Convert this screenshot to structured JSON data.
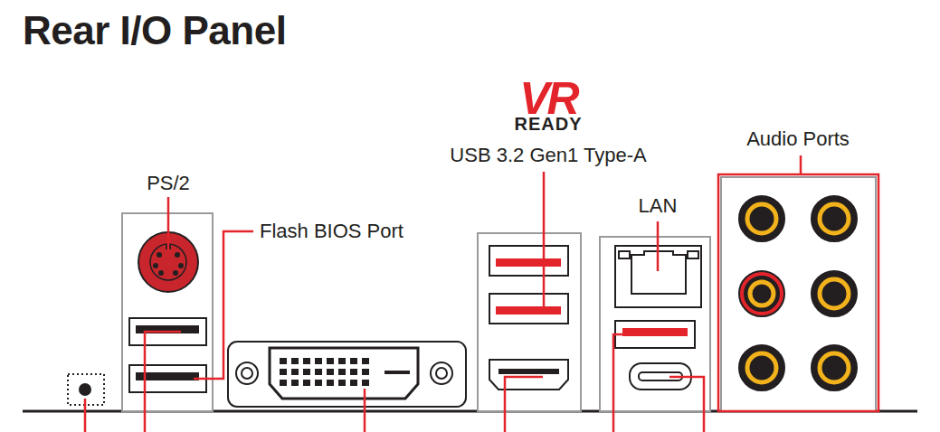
{
  "diagram": {
    "title": "Rear I/O Panel",
    "labels": [
      "VR",
      "READY",
      "USB 3.2 Gen1 Type-A",
      "PS/2",
      "Flash BIOS Port",
      "LAN",
      "Audio Ports"
    ]
  }
}
